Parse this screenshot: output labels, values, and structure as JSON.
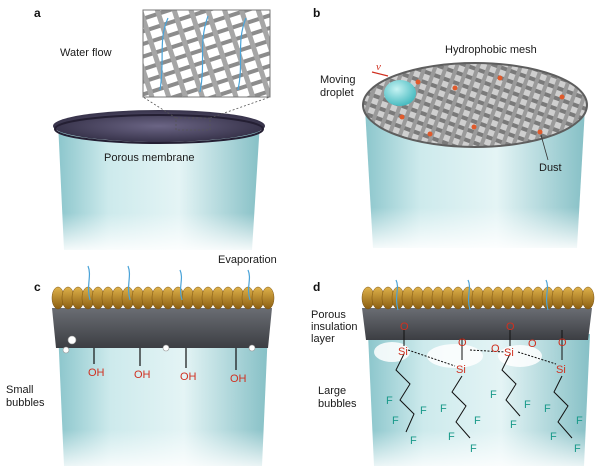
{
  "panels": {
    "a": {
      "letter": "a",
      "water_flow": "Water flow",
      "porous_membrane": "Porous membrane"
    },
    "b": {
      "letter": "b",
      "hydrophobic_mesh": "Hydrophobic mesh",
      "moving_droplet_line1": "Moving",
      "moving_droplet_line2": "droplet",
      "velocity": "v",
      "dust": "Dust"
    },
    "c": {
      "letter": "c",
      "evaporation": "Evaporation",
      "small_bubbles_line1": "Small",
      "small_bubbles_line2": "bubbles",
      "oh": "OH"
    },
    "d": {
      "letter": "d",
      "porous_line1": "Porous",
      "porous_line2": "insulation",
      "porous_line3": "layer",
      "large_bubbles_line1": "Large",
      "large_bubbles_line2": "bubbles",
      "si": "Si",
      "o": "O",
      "f": "F"
    }
  },
  "colors": {
    "water": "#bfe3e6",
    "water_dark": "#7fbcc2",
    "membrane": "#3a3550",
    "mesh": "#8a8a8a",
    "dust": "#e05a2b",
    "droplet": "#5ecfd3",
    "layer": "#5a5d63",
    "cap": "#c8962a",
    "arrow": "#4aa3d8",
    "oxygen": "#d03020"
  }
}
